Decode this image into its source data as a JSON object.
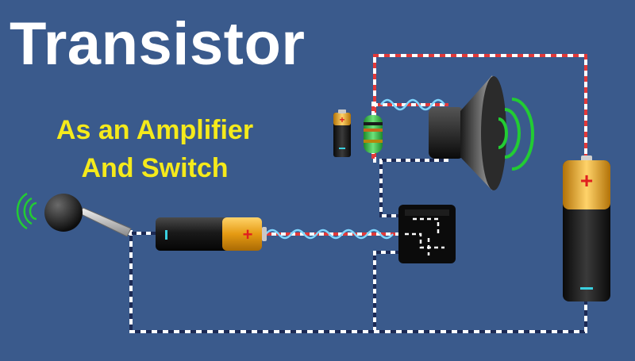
{
  "title": "Transistor",
  "subtitle": {
    "line1": "As an Amplifier",
    "line2": "And Switch"
  },
  "symbols": {
    "plus": "+",
    "minus": "-"
  },
  "colors": {
    "background": "#3a5a8c",
    "title": "#ffffff",
    "subtitle": "#f5ea1b",
    "wire_positive": "#e23a3a",
    "wire_negative": "#1c2a55",
    "wire_dash": "#ffffff",
    "signal_wave": "#7fd6ff",
    "sound_wave": "#22cc33",
    "battery_body": "#111111",
    "battery_cap": "#e7a21c"
  },
  "icons": {
    "microphone": "microphone-icon",
    "speaker": "speaker-icon",
    "battery": "battery-icon",
    "resistor": "resistor-icon",
    "transistor": "transistor-icon",
    "sound_waves": "sound-waves-icon"
  }
}
